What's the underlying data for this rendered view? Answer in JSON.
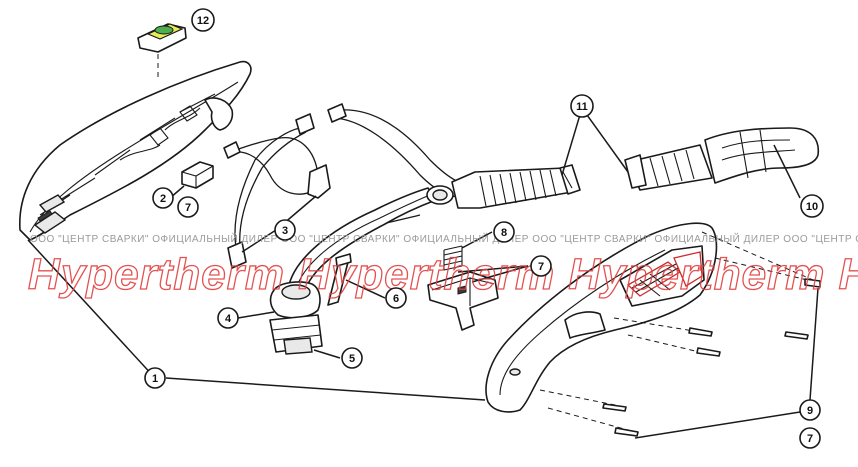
{
  "callouts": [
    {
      "id": "1",
      "label": "1"
    },
    {
      "id": "2",
      "label": "2"
    },
    {
      "id": "3",
      "label": "3"
    },
    {
      "id": "4",
      "label": "4"
    },
    {
      "id": "5",
      "label": "5"
    },
    {
      "id": "6",
      "label": "6"
    },
    {
      "id": "7a",
      "label": "7"
    },
    {
      "id": "7b",
      "label": "7"
    },
    {
      "id": "7c",
      "label": "7"
    },
    {
      "id": "8",
      "label": "8"
    },
    {
      "id": "9",
      "label": "9"
    },
    {
      "id": "10",
      "label": "10"
    },
    {
      "id": "11",
      "label": "11"
    },
    {
      "id": "12",
      "label": "12"
    }
  ],
  "watermark": {
    "small_text": "ООО \"ЦЕНТР СВАРКИ\"  ОФИЦИАЛЬНЫЙ ДИЛЕР  ООО \"ЦЕНТР СВАРКИ\"  ОФИЦИАЛЬНЫЙ ДИЛЕР  ООО \"ЦЕНТР СВАРКИ\"  ОФИЦИАЛЬНЫЙ ДИЛЕР  ООО \"ЦЕНТР СВАРКИ\"",
    "brand_text": "Hypertherm Hypertherm Hypertherm Hyp"
  },
  "colors": {
    "watermark_red": "#e04040",
    "switch_yellow": "#e8ec5a",
    "switch_green": "#4caf50"
  }
}
